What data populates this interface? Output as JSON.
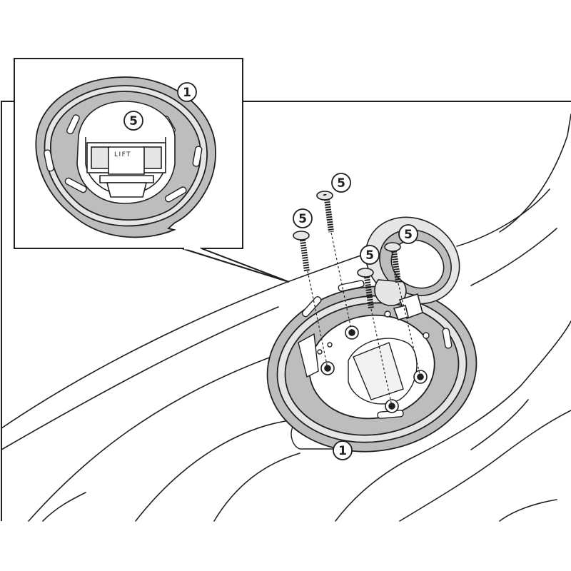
{
  "diagram": {
    "callouts": {
      "inset_ring": "1",
      "inset_cap": "5",
      "bolt_top": "5",
      "bolt_left": "5",
      "cap_center": "5",
      "bolt_mid": "5",
      "ring_bottom": "1"
    },
    "lift_label": "LIFT",
    "colors": {
      "stroke": "#231f20",
      "ring_fill": "#bdbdbd",
      "light_fill": "#e6e6e6",
      "background": "#ffffff"
    }
  }
}
